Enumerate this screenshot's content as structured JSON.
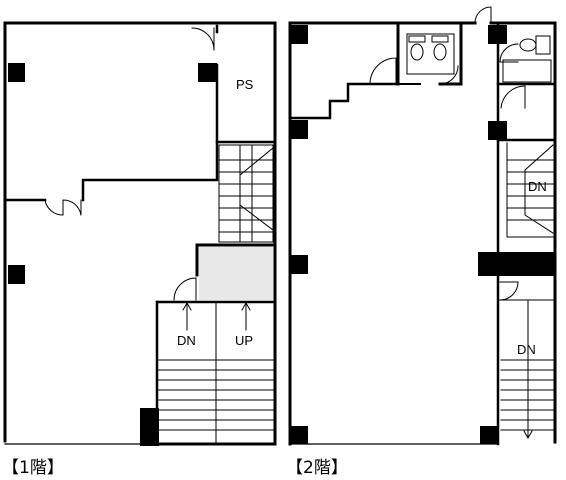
{
  "floor1": {
    "caption": "【1階】",
    "ps_label": "PS",
    "stair_down_label": "DN",
    "stair_up_label": "UP"
  },
  "floor2": {
    "caption": "【2階】",
    "stair_down_label_small": "DN",
    "stair_down_label": "DN"
  },
  "colors": {
    "wall": "#000000",
    "fill": "#e8e8e8",
    "paper": "#ffffff"
  }
}
